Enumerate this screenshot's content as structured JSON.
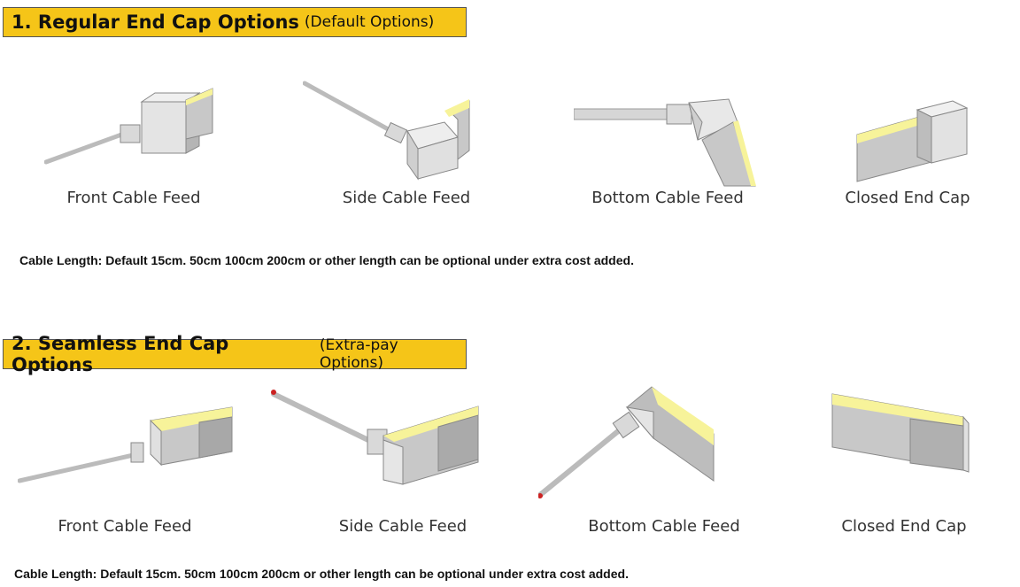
{
  "section1": {
    "number_title": "1. Regular End Cap Options",
    "subtitle": "(Default Options)",
    "items": [
      {
        "label": "Front Cable Feed"
      },
      {
        "label": "Side Cable Feed"
      },
      {
        "label": "Bottom Cable Feed"
      },
      {
        "label": "Closed End Cap"
      }
    ],
    "note": "Cable Length: Default 15cm. 50cm 100cm 200cm or other length can be optional under extra cost added."
  },
  "section2": {
    "number_title": "2. Seamless End Cap Options",
    "subtitle": "(Extra-pay Options)",
    "items": [
      {
        "label": "Front Cable Feed"
      },
      {
        "label": "Side Cable Feed"
      },
      {
        "label": "Bottom Cable Feed"
      },
      {
        "label": "Closed End Cap"
      }
    ],
    "note": "Cable Length: Default 15cm. 50cm 100cm 200cm or other length can be optional under extra cost added."
  },
  "colors": {
    "banner": "#f5c518",
    "led": "#f7f39a",
    "housing": "#c8c8c8"
  }
}
